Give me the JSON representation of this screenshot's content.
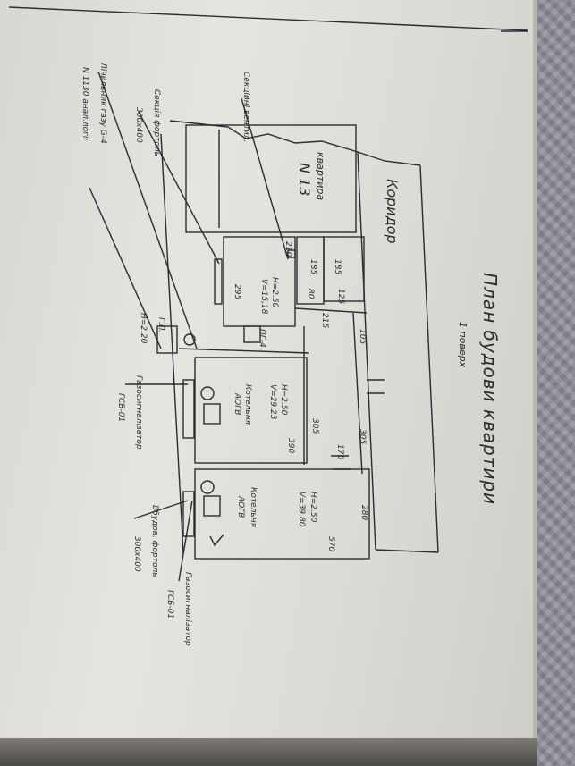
{
  "document": {
    "title": "План будови квартири",
    "subtitle": "1 поверх",
    "corridor_label": "Коридор",
    "apartment": {
      "label": "квартира",
      "number": "N 13"
    },
    "annotations": {
      "heating_meter": "Секційні вентил.",
      "exhaust_note": "Секція фортоль",
      "exhaust_size": "300х400",
      "gas_signaler_left": "Газосигналізатор",
      "gas_signaler_left_model": "ГСБ-01",
      "gas_signaler_right": "Газосигналізатор",
      "gas_signaler_right_model": "ГСБ-01",
      "vent_right": "Вбудов. фортоль",
      "vent_right_size": "300х400",
      "counter": "Лічильник газу G-4",
      "counter_detail": "N 1130 анал.логії",
      "gp": "Г.П.",
      "gp_height": "Н=2.20"
    },
    "rooms": {
      "kitchen": {
        "h": "H=2.50",
        "v": "V=15,18"
      },
      "boiler_room_1": {
        "title": "Котельня",
        "h": "H=2.50",
        "v": "V=29.23",
        "appliance": "AOГВ"
      },
      "boiler_room_2": {
        "title": "Котельня",
        "h": "H=2.50",
        "v": "V=39.80",
        "appliance": "AOГВ"
      },
      "gas_stove": "ПГ-4"
    },
    "dimensions": [
      "210",
      "185",
      "185",
      "80",
      "125",
      "295",
      "215",
      "105",
      "305",
      "390",
      "305",
      "170",
      "280",
      "570"
    ]
  }
}
